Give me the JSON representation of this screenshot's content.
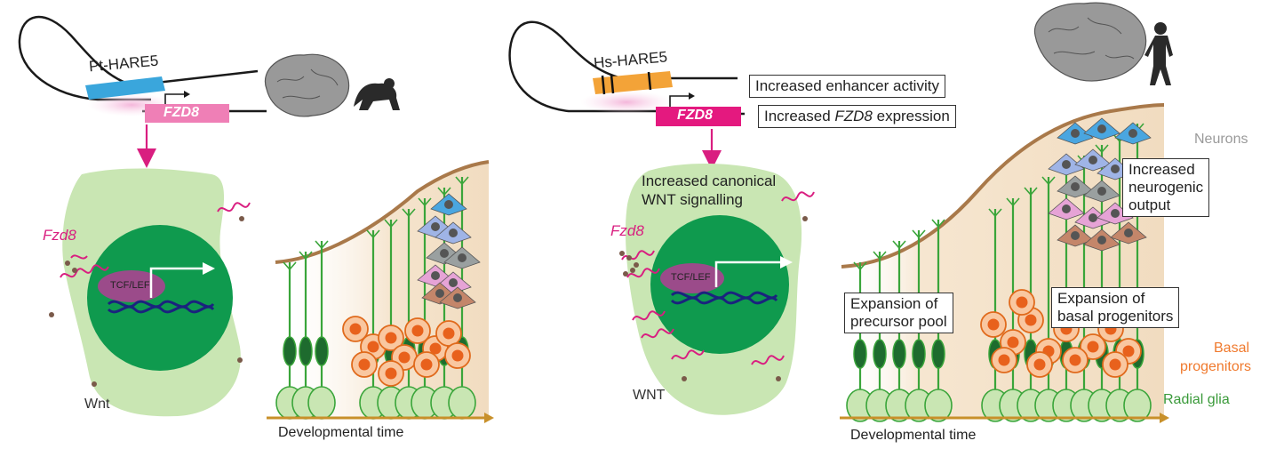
{
  "left_panel": {
    "enhancer_label": "Pt-HARE5",
    "gene_label": "FZD8",
    "receptor_label": "Fzd8",
    "tf_label": "TCF/LEF",
    "ligand_label": "Wnt",
    "time_axis_label": "Developmental time"
  },
  "right_panel": {
    "enhancer_label": "Hs-HARE5",
    "gene_label": "FZD8",
    "box_enhancer_activity": "Increased enhancer activity",
    "box_expression_prefix": "Increased ",
    "box_expression_gene": "FZD8",
    "box_expression_suffix": " expression",
    "signalling_line1": "Increased canonical",
    "signalling_line2": "WNT signalling",
    "receptor_label": "Fzd8",
    "tf_label": "TCF/LEF",
    "ligand_label": "WNT",
    "box_precursor_line1": "Expansion of",
    "box_precursor_line2": "precursor pool",
    "box_basal_line1": "Expansion of",
    "box_basal_line2": "basal progenitors",
    "box_neurogenic_line1": "Increased",
    "box_neurogenic_line2": "neurogenic",
    "box_neurogenic_line3": "output",
    "neurons_label": "Neurons",
    "basal_line1": "Basal",
    "basal_line2": "progenitors",
    "radial_glia_label": "Radial glia",
    "time_axis_label": "Developmental time"
  },
  "colors": {
    "pt_enhancer": "#3aa6dc",
    "hs_enhancer": "#f3a338",
    "gene_box": "#e4197f",
    "gene_box_light": "#ef7fb6",
    "cell_body": "#c9e6b3",
    "nucleus": "#0f9a4e",
    "magenta": "#d91e80",
    "brown": "#8a5a3c",
    "neurons_text": "#9a9a9a",
    "basal_text": "#f07a2e",
    "radial_text": "#3a9a3a",
    "axis": "#c8902a"
  },
  "icons": [
    "dna-loop-icon",
    "chimpanzee-brain-icon",
    "chimpanzee-icon",
    "human-brain-icon",
    "human-icon",
    "wnt-receptor-icon",
    "dna-helix-icon",
    "radial-glia-cell-icon",
    "basal-progenitor-icon",
    "neuron-icon"
  ]
}
